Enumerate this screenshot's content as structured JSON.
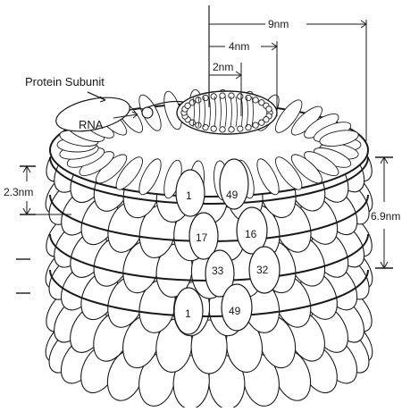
{
  "labels": {
    "protein_subunit": "Protein Subunit",
    "rna": "RNA",
    "dim_9nm": "9nm",
    "dim_4nm": "4nm",
    "dim_2nm": "2nm",
    "dim_2_3nm": "2.3nm",
    "dim_6_9nm": "6.9nm"
  },
  "subunit_numbers": [
    "1",
    "49",
    "17",
    "16",
    "33",
    "32",
    "1",
    "49"
  ],
  "colors": {
    "ink": "#1a1a1a",
    "paper": "#ffffff"
  }
}
